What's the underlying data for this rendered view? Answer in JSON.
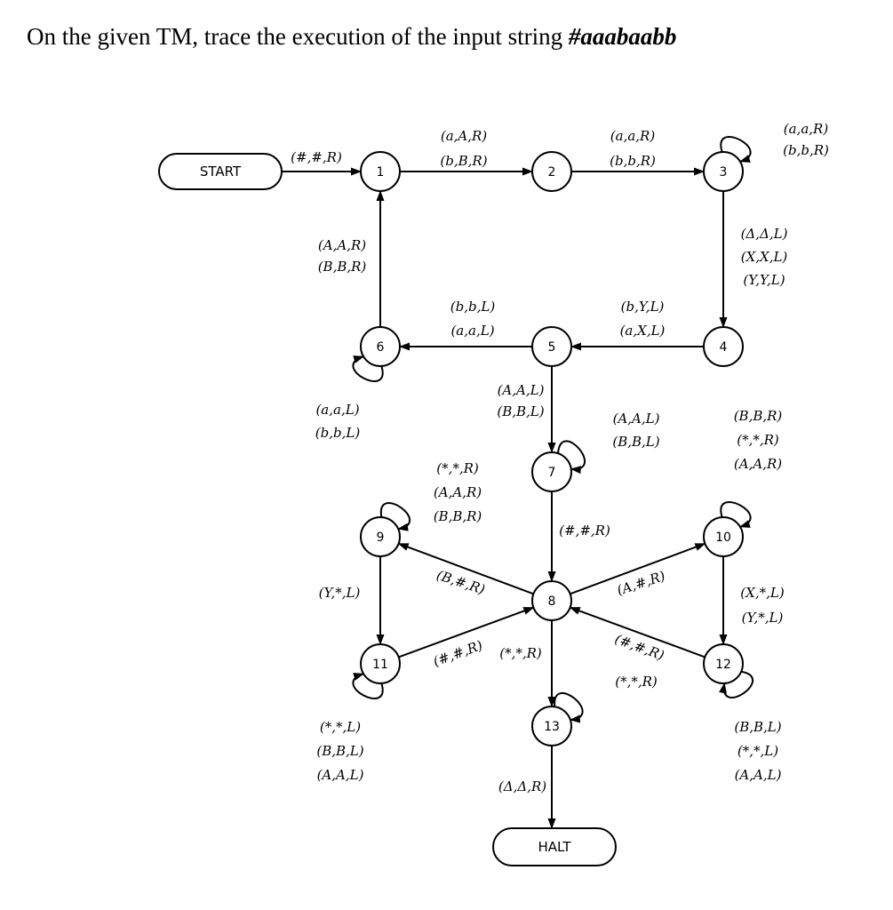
{
  "question": {
    "prefix": "On the given TM, trace the execution of the input string ",
    "input_string": "#aaabaabb"
  },
  "diagram": {
    "start_label": "START",
    "halt_label": "HALT",
    "states": [
      "1",
      "2",
      "3",
      "4",
      "5",
      "6",
      "7",
      "8",
      "9",
      "10",
      "11",
      "12",
      "13"
    ],
    "transitions": [
      {
        "id": "start-1",
        "lines": [
          "(#,#,R)"
        ]
      },
      {
        "id": "1-2",
        "lines": [
          "(a,A,R)",
          "(b,B,R)"
        ]
      },
      {
        "id": "2-3",
        "lines": [
          "(a,a,R)",
          "(b,b,R)"
        ]
      },
      {
        "id": "3-3",
        "lines": [
          "(a,a,R)",
          "(b,b,R)"
        ]
      },
      {
        "id": "3-4",
        "lines": [
          "(Δ,Δ,L)",
          "(X,X,L)",
          "(Y,Y,L)"
        ]
      },
      {
        "id": "4-5",
        "lines": [
          "(b,Y,L)",
          "(a,X,L)"
        ]
      },
      {
        "id": "5-6",
        "lines": [
          "(b,b,L)",
          "(a,a,L)"
        ]
      },
      {
        "id": "6-6",
        "lines": [
          "(a,a,L)",
          "(b,b,L)"
        ]
      },
      {
        "id": "6-1",
        "lines": [
          "(A,A,R)",
          "(B,B,R)"
        ]
      },
      {
        "id": "5-7",
        "lines": [
          "(A,A,L)",
          "(B,B,L)"
        ]
      },
      {
        "id": "7-7",
        "lines": [
          "(A,A,L)",
          "(B,B,L)"
        ]
      },
      {
        "id": "7-8",
        "lines": [
          "(#,#,R)"
        ]
      },
      {
        "id": "8-9",
        "lines": [
          "(B,#,R)"
        ]
      },
      {
        "id": "9-9",
        "lines": [
          "(*,*,R)",
          "(A,A,R)",
          "(B,B,R)"
        ]
      },
      {
        "id": "9-11",
        "lines": [
          "(Y,*,L)"
        ]
      },
      {
        "id": "11-11",
        "lines": [
          "(*,*,L)",
          "(B,B,L)",
          "(A,A,L)"
        ]
      },
      {
        "id": "11-8",
        "lines": [
          "(#,#,R)"
        ]
      },
      {
        "id": "8-10",
        "lines": [
          "(A,#,R)"
        ]
      },
      {
        "id": "10-10",
        "lines": [
          "(B,B,R)",
          "(*,*,R)",
          "(A,A,R)"
        ]
      },
      {
        "id": "10-12",
        "lines": [
          "(X,*,L)",
          "(Y,*,L)"
        ]
      },
      {
        "id": "12-12",
        "lines": [
          "(B,B,L)",
          "(*,*,L)",
          "(A,A,L)"
        ]
      },
      {
        "id": "12-8",
        "lines": [
          "(#,#,R)"
        ]
      },
      {
        "id": "8-13",
        "lines": [
          "(*,*,R)"
        ]
      },
      {
        "id": "13-13",
        "lines": [
          "(*,*,R)"
        ]
      },
      {
        "id": "13-halt",
        "lines": [
          "(Δ,Δ,R)"
        ]
      }
    ]
  }
}
